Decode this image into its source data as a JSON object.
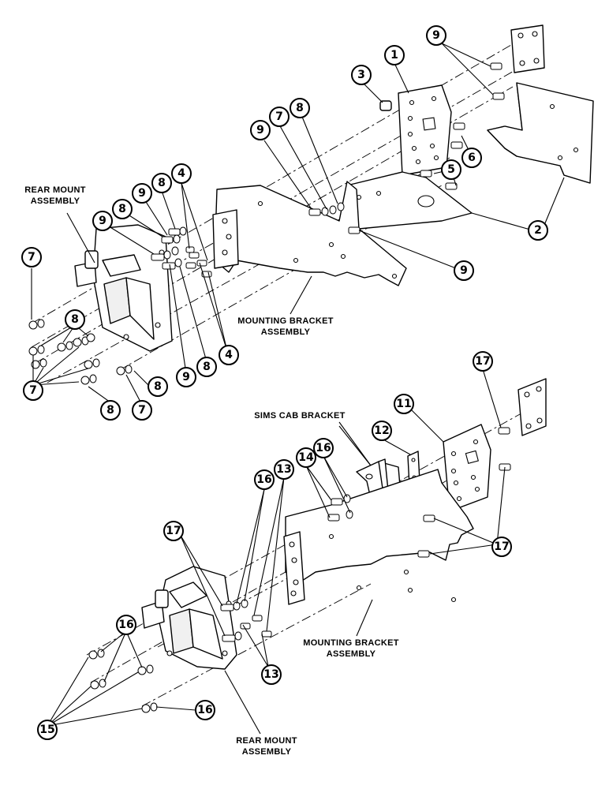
{
  "labels": {
    "rear_mount_top_1": "REAR MOUNT",
    "rear_mount_top_2": "ASSEMBLY",
    "mounting_bracket_top_1": "MOUNTING BRACKET",
    "mounting_bracket_top_2": "ASSEMBLY",
    "sims_cab_bracket": "SIMS CAB BRACKET",
    "mounting_bracket_bottom_1": "MOUNTING BRACKET",
    "mounting_bracket_bottom_2": "ASSEMBLY",
    "rear_mount_bottom_1": "REAR MOUNT",
    "rear_mount_bottom_2": "ASSEMBLY"
  },
  "callouts": {
    "c1": "1",
    "c2": "2",
    "c3": "3",
    "c4a": "4",
    "c4b": "4",
    "c5": "5",
    "c6": "6",
    "c7a": "7",
    "c7b": "7",
    "c7c": "7",
    "c7d": "7",
    "c8a": "8",
    "c8b": "8",
    "c8c": "8",
    "c8d": "8",
    "c8e": "8",
    "c8f": "8",
    "c8g": "8",
    "c9a": "9",
    "c9b": "9",
    "c9c": "9",
    "c9d": "9",
    "c9e": "9",
    "c9f": "9",
    "c11": "11",
    "c12": "12",
    "c13a": "13",
    "c13b": "13",
    "c14": "14",
    "c15": "15",
    "c16a": "16",
    "c16b": "16",
    "c16c": "16",
    "c16d": "16",
    "c17a": "17",
    "c17b": "17",
    "c17c": "17"
  }
}
